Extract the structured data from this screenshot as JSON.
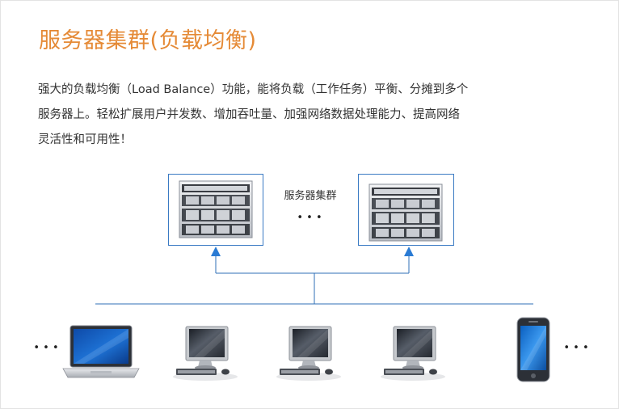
{
  "title": "服务器集群(负载均衡)",
  "description_lines": [
    "强大的负载均衡（Load Balance）功能，能将负载（工作任务）平衡、分摊到多个",
    "服务器上。轻松扩展用户并发数、增加吞吐量、加强网络数据处理能力、提高网络",
    "灵活性和可用性！"
  ],
  "cluster_label": "服务器集群",
  "ellipsis": "• • •",
  "colors": {
    "title": "#e58a36",
    "lines": "#2f6fb7",
    "arrows": "#2a7bd4",
    "text": "#333333"
  },
  "icons": {
    "server": "rack-server-icon",
    "laptop": "laptop-icon",
    "desktop": "desktop-computer-icon",
    "phone": "mobile-phone-icon"
  }
}
